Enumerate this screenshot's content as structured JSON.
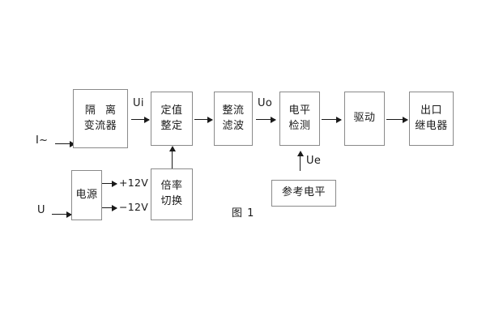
{
  "figure": {
    "caption": "图 1",
    "title_blocks": {
      "isolation_ct": {
        "line1": "隔 离",
        "line2": "变流器"
      },
      "setting": {
        "line1": "定值",
        "line2": "整定"
      },
      "rectify_filter": {
        "line1": "整流",
        "line2": "滤波"
      },
      "level_detect": {
        "line1": "电平",
        "line2": "检测"
      },
      "drive": {
        "line1": "驱动"
      },
      "output_relay": {
        "line1": "出口",
        "line2": "继电器"
      },
      "power_supply": {
        "line1": "电源"
      },
      "multiplier_switch": {
        "line1": "倍率",
        "line2": "切换"
      },
      "reference_level": {
        "line1": "参考电平"
      }
    }
  },
  "signals": {
    "current_input": "I~",
    "voltage_input": "U",
    "ui": "Ui",
    "uo": "Uo",
    "ue": "Ue",
    "supply_positive": "+12V",
    "supply_negative": "−12V"
  },
  "colors": {
    "background": "#ffffff",
    "panel": "#ffffff",
    "block_border": "#8a8a8a",
    "ink": "#1a1a1a"
  }
}
